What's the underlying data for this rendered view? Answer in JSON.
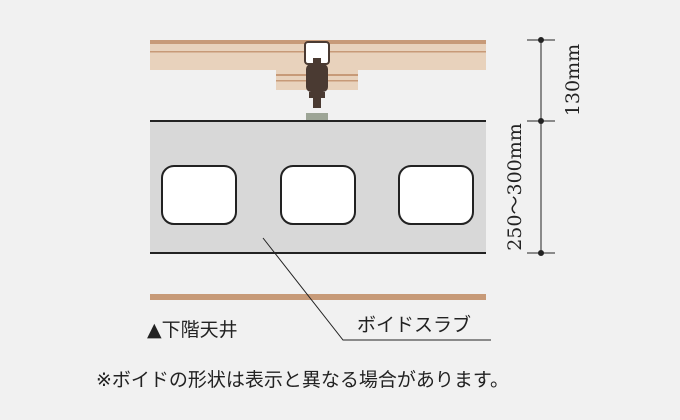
{
  "labels": {
    "height_upper": "130mm",
    "height_slab": "250～300mm",
    "slab_name": "ボイドスラブ",
    "ceiling_below": "▲下階天井",
    "note": "※ボイドの形状は表示と異なる場合があります。"
  },
  "colors": {
    "background": "#f1f1f1",
    "floor_wood": "#e8d2bc",
    "floor_stripe": "#c79a78",
    "slab_concrete": "#d8d8d8",
    "void_fill": "#ffffff",
    "outline": "#222222",
    "bolt": "#4a3a32",
    "bolt_base": "#9da596"
  }
}
